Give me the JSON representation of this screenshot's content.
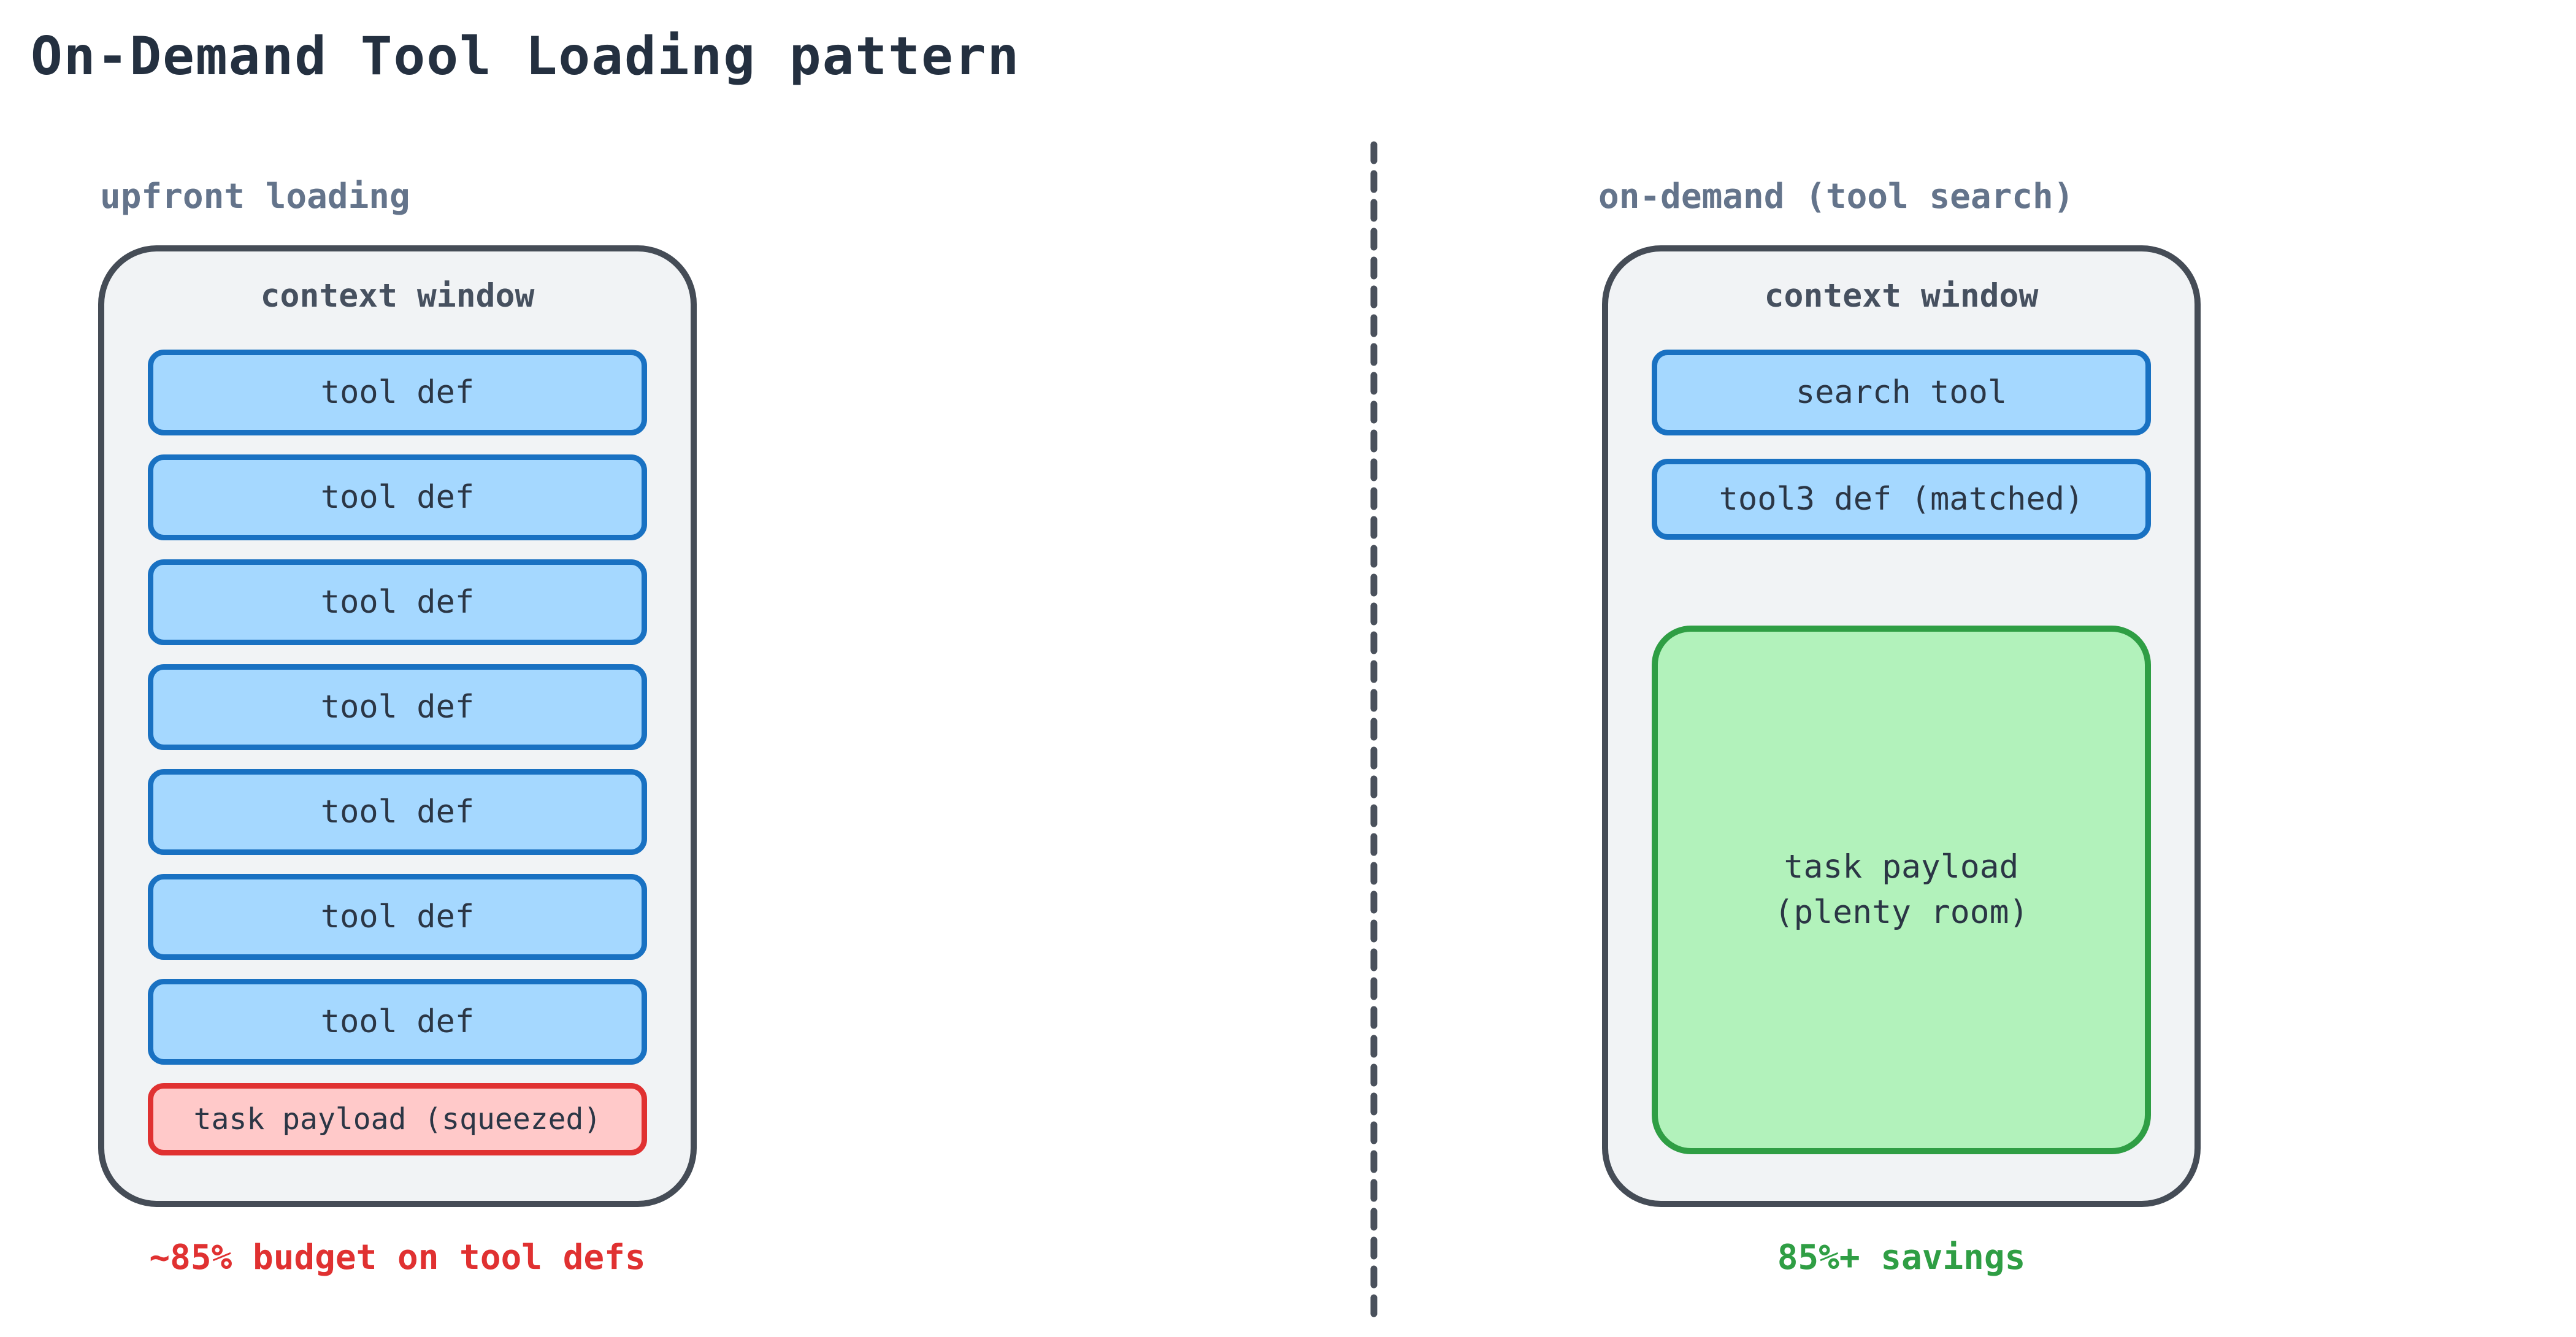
{
  "title": "On-Demand Tool Loading pattern",
  "colors": {
    "title_text": "#243040",
    "label_gray": "#64748b",
    "container_fill": "#f1f3f5",
    "container_border": "#454c56",
    "window_title_text": "#46505f",
    "box_text": "#2b3645",
    "blue_fill": "#a5d8ff",
    "blue_border": "#1971c2",
    "red_fill": "#ffc9c9",
    "red_border": "#e03131",
    "red_caption": "#e03131",
    "green_fill": "#b2f2bb",
    "green_border": "#2f9e44",
    "green_caption": "#2f9e44",
    "divider": "#4a515c"
  },
  "left": {
    "label": "upfront loading",
    "window_title": "context window",
    "tool_defs": [
      "tool def",
      "tool def",
      "tool def",
      "tool def",
      "tool def",
      "tool def",
      "tool def"
    ],
    "payload_label": "task payload (squeezed)",
    "caption": "~85% budget on tool defs"
  },
  "right": {
    "label": "on-demand (tool search)",
    "window_title": "context window",
    "search_tool_label": "search tool",
    "matched_tool_label": "tool3 def (matched)",
    "payload_lines": [
      "task payload",
      "(plenty room)"
    ],
    "caption": "85%+ savings"
  }
}
